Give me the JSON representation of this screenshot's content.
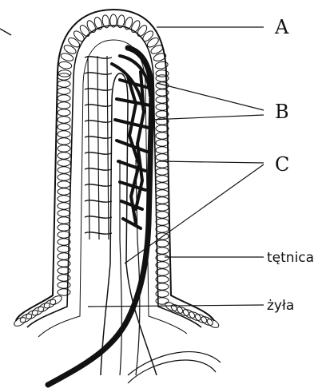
{
  "labels": {
    "a": "A",
    "b": "B",
    "c": "C",
    "artery": "tętnica",
    "vein": "żyła"
  },
  "colors": {
    "ink": "#111111",
    "background": "#ffffff"
  }
}
